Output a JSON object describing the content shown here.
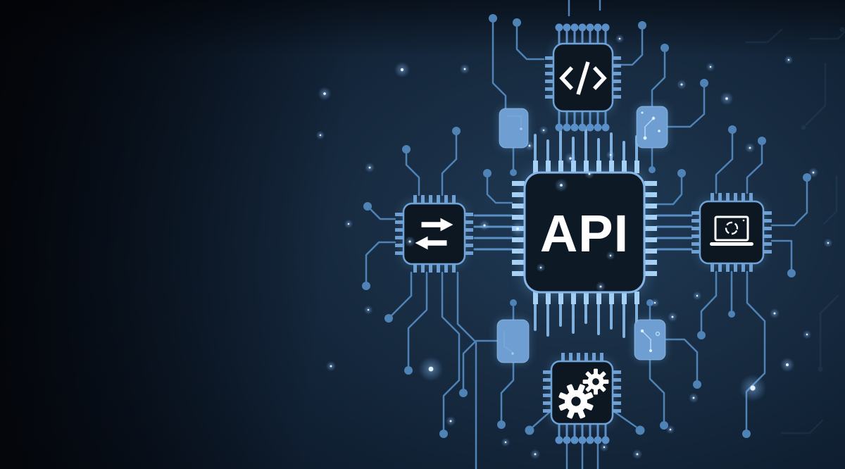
{
  "scene": {
    "center_chip": {
      "name": "api-chip",
      "label": "API"
    },
    "satellite_chips": [
      {
        "name": "code-chip",
        "icon": "code-icon"
      },
      {
        "name": "data-exchange-chip",
        "icon": "transfer-arrows-icon"
      },
      {
        "name": "browser-sync-chip",
        "icon": "monitor-sync-icon"
      },
      {
        "name": "settings-chip",
        "icon": "gears-icon"
      }
    ],
    "component_blocks": 4,
    "colors": {
      "background-dark": "#05070c",
      "background-navy": "#1f3a55",
      "trace": "#4f83b6",
      "trace-bright": "#85b7e6",
      "chip-border": "#84b5e6",
      "chip-fill": "#0d1925",
      "pin": "#a9d3f5",
      "pin-dim": "#6f9fd2",
      "component-fill": "#6f9fd2",
      "icon": "#ffffff",
      "star": "#e4f2ff"
    }
  }
}
